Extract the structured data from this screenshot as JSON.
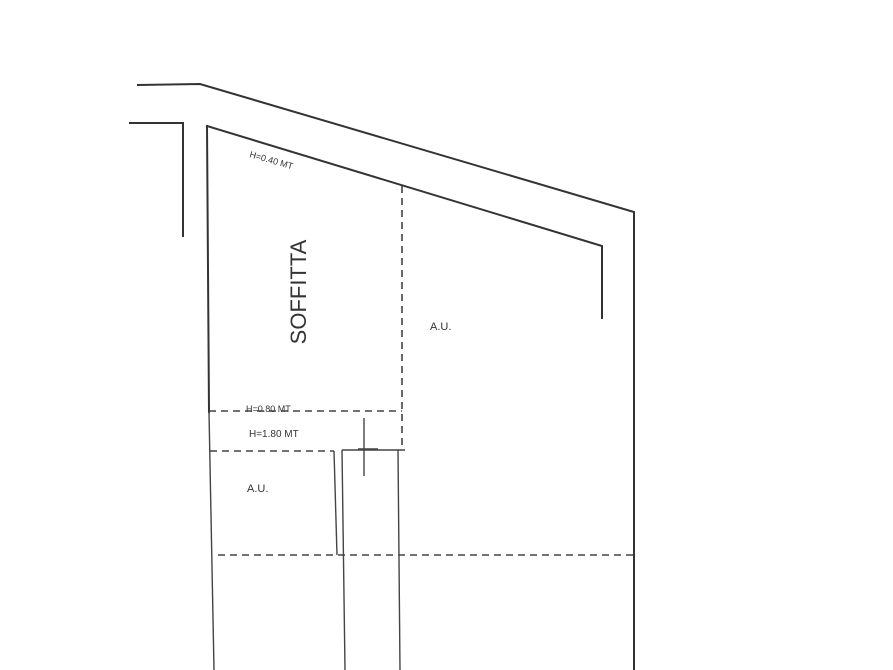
{
  "labels": {
    "height_top": "H=0.40 MT",
    "room_name": "SOFFITTA",
    "au_right": "A.U.",
    "height_mid": "H=0.80 MT",
    "height_lower": "H=1.80 MT",
    "au_left": "A.U."
  },
  "colors": {
    "lines": "#333333",
    "background": "#ffffff"
  }
}
